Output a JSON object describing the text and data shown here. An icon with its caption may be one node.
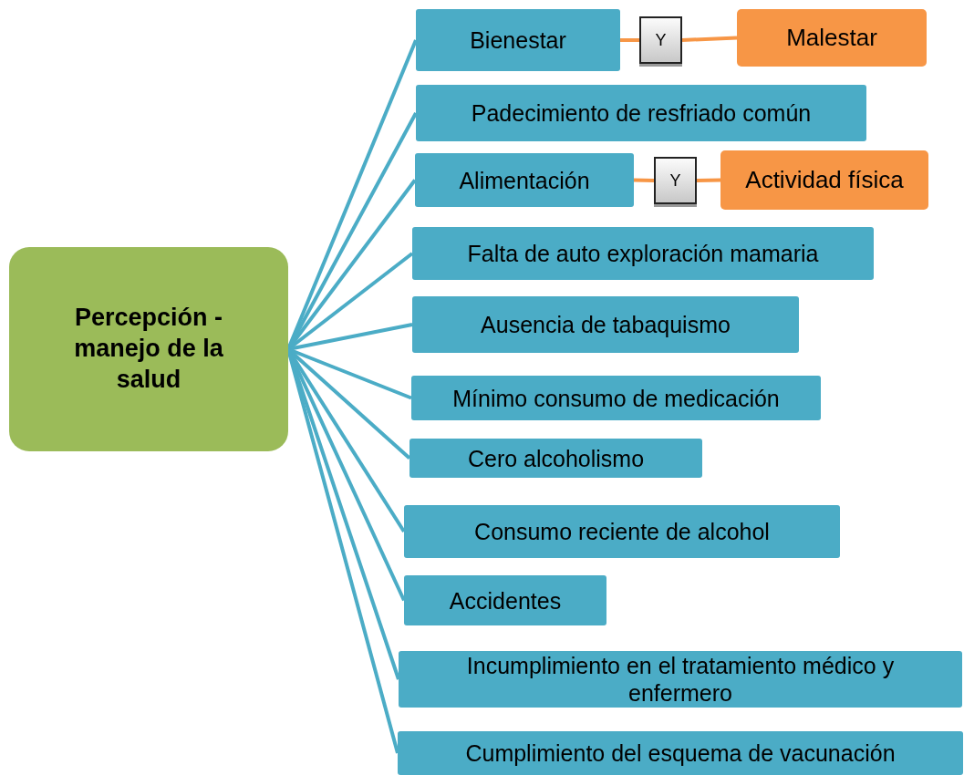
{
  "diagram": {
    "nodes": [
      {
        "text": [
          "Percepción - manejo de la salud"
        ]
      },
      {
        "text": [
          "Bienestar"
        ]
      },
      {
        "text": [
          "Y"
        ]
      },
      {
        "text": [
          "Malestar"
        ]
      },
      {
        "text": [
          "Padecimiento de resfriado común"
        ]
      },
      {
        "text": [
          "Alimentación"
        ]
      },
      {
        "text": [
          "Y"
        ]
      },
      {
        "text": [
          "Actividad física"
        ]
      },
      {
        "text": [
          "Falta de auto exploración mamaria"
        ]
      },
      {
        "text": [
          "Ausencia de tabaquismo"
        ]
      },
      {
        "text": [
          "Mínimo consumo de medicación"
        ]
      },
      {
        "text": [
          "Cero alcoholismo"
        ]
      },
      {
        "text": [
          "Consumo reciente de alcohol"
        ]
      },
      {
        "text": [
          "Accidentes"
        ]
      },
      {
        "text": [
          "Incumplimiento en el tratamiento médico y enfermero"
        ]
      },
      {
        "text": [
          "Cumplimiento del esquema de vacunación"
        ]
      }
    ],
    "edges": [
      {
        "from": 0,
        "to": 1,
        "arrow": "none"
      },
      {
        "from": 0,
        "to": 4,
        "arrow": "none"
      },
      {
        "from": 0,
        "to": 5,
        "arrow": "none"
      },
      {
        "from": 0,
        "to": 8,
        "arrow": "none"
      },
      {
        "from": 0,
        "to": 9,
        "arrow": "none"
      },
      {
        "from": 0,
        "to": 10,
        "arrow": "none"
      },
      {
        "from": 0,
        "to": 11,
        "arrow": "none"
      },
      {
        "from": 0,
        "to": 12,
        "arrow": "none"
      },
      {
        "from": 0,
        "to": 13,
        "arrow": "none"
      },
      {
        "from": 0,
        "to": 14,
        "arrow": "none"
      },
      {
        "from": 0,
        "to": 15,
        "arrow": "none"
      },
      {
        "from": 1,
        "to": 2,
        "arrow": "none",
        "color": "#f79646"
      },
      {
        "from": 2,
        "to": 3,
        "arrow": "none",
        "color": "#f79646"
      },
      {
        "from": 5,
        "to": 6,
        "arrow": "none",
        "color": "#f79646"
      },
      {
        "from": 6,
        "to": 7,
        "arrow": "none",
        "color": "#f79646"
      }
    ]
  }
}
